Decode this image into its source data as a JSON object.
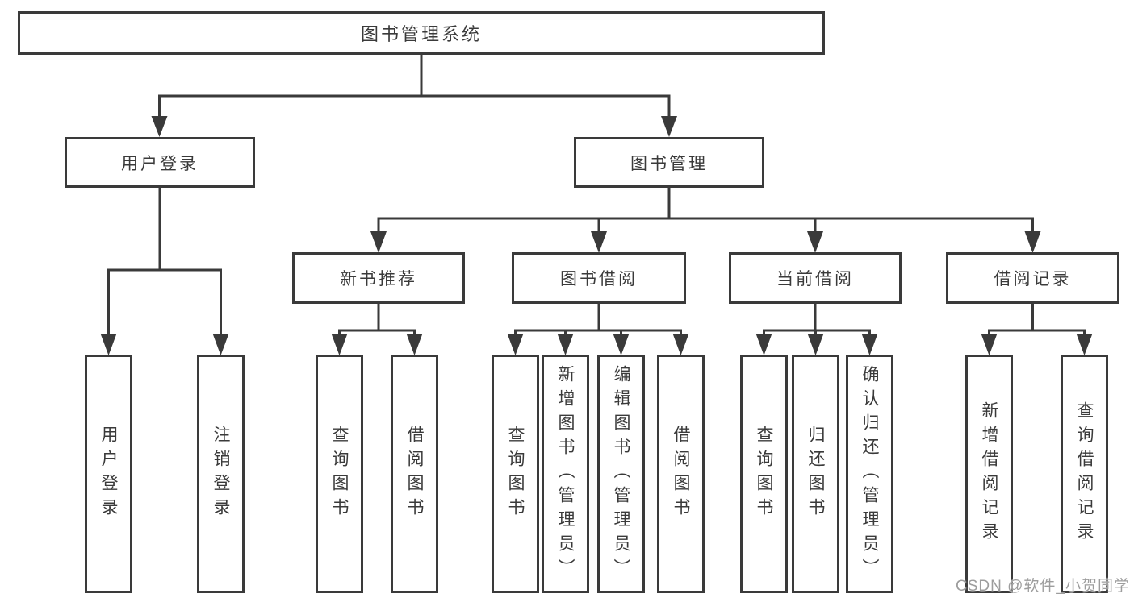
{
  "diagram": {
    "root": "图书管理系统",
    "level2": {
      "user_login": "用户登录",
      "book_mgmt": "图书管理"
    },
    "level3": {
      "new_books": "新书推荐",
      "borrowing": "图书借阅",
      "current": "当前借阅",
      "records": "借阅记录"
    },
    "leaves": {
      "login": "用户登录",
      "logout": "注销登录",
      "nb_query": "查询图书",
      "nb_borrow": "借阅图书",
      "bw_query": "查询图书",
      "bw_add": "新增图书（管理员）",
      "bw_edit": "编辑图书（管理员）",
      "bw_borrow": "借阅图书",
      "cur_query": "查询图书",
      "cur_return": "归还图书",
      "cur_confirm": "确认归还（管理员）",
      "rec_add": "新增借阅记录",
      "rec_query": "查询借阅记录"
    }
  },
  "watermark": "CSDN @软件_小贺同学",
  "colors": {
    "line": "#3a3a3a",
    "text": "#3a3a3a",
    "box_fill": "#ffffff",
    "background": "#ffffff",
    "watermark": "#9d9d9d"
  }
}
